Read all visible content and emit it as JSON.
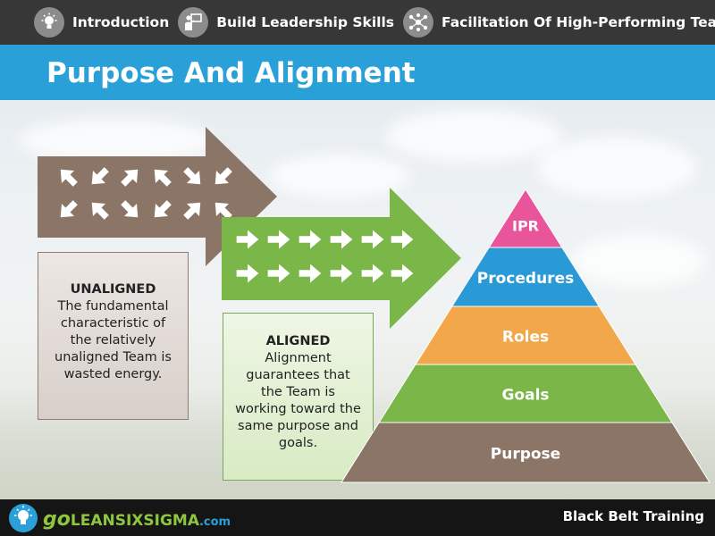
{
  "nav": {
    "items": [
      {
        "label": "Introduction",
        "icon": "lightbulb-icon"
      },
      {
        "label": "Build Leadership Skills",
        "icon": "presenter-icon"
      },
      {
        "label": "Facilitation Of High-Performing Teams",
        "icon": "team-network-icon"
      }
    ]
  },
  "title": "Purpose And Alignment",
  "unaligned": {
    "heading": "UNALIGNED",
    "body": "The fundamental characteristic of the relatively unaligned Team is wasted energy."
  },
  "aligned": {
    "heading": "ALIGNED",
    "body": "Alignment guarantees that the Team is working toward the same purpose and goals."
  },
  "pyramid": {
    "levels": [
      {
        "label": "IPR",
        "color": "#e8559a"
      },
      {
        "label": "Procedures",
        "color": "#2a9ad6"
      },
      {
        "label": "Roles",
        "color": "#f2a84a"
      },
      {
        "label": "Goals",
        "color": "#7ab648"
      },
      {
        "label": "Purpose",
        "color": "#8b7566"
      }
    ]
  },
  "colors": {
    "topbar": "#373737",
    "titlebar": "#2aa0d8",
    "unaligned_arrow": "#8b7566",
    "aligned_arrow": "#7ab648",
    "footer": "#151515"
  },
  "footer": {
    "brand_go": "go",
    "brand_main": "LEANSIXSIGMA",
    "brand_tld": ".com",
    "right_text": "Black Belt Training"
  }
}
